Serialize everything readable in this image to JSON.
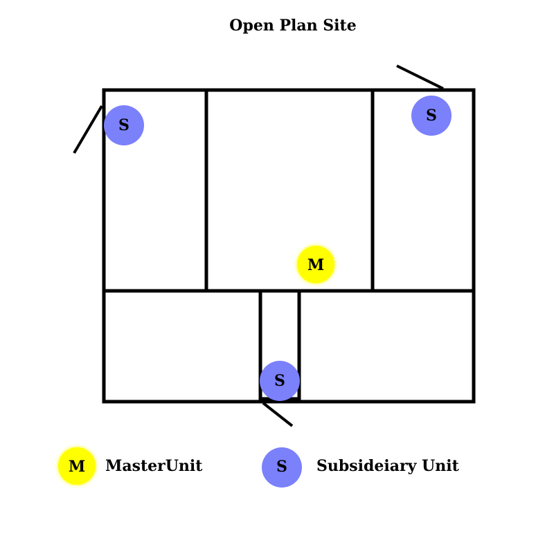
{
  "title": "Open Plan Site",
  "colors": {
    "master_fill": "#ffff00",
    "master_glow": "#ffff66",
    "subsidiary_fill": "#7b80fb",
    "wall": "#000000",
    "background": "#ffffff"
  },
  "units": {
    "master_letter": "M",
    "subsidiary_letter": "S"
  },
  "legend": {
    "master": {
      "letter": "M",
      "label": "MasterUnit"
    },
    "subsidiary": {
      "letter": "S",
      "label": "Subsideiary Unit"
    }
  }
}
